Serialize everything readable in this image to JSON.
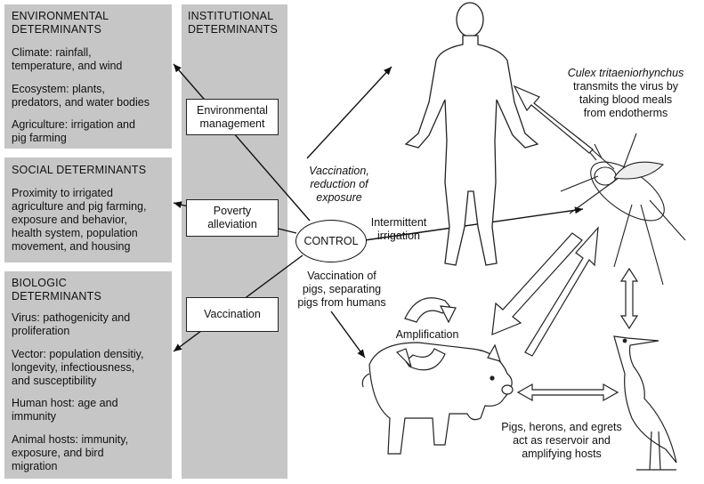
{
  "environmental": {
    "title": [
      "ENVIRONMENTAL",
      "DETERMINANTS"
    ],
    "items": [
      [
        "Climate: rainfall,",
        "temperature, and wind"
      ],
      [
        "Ecosystem: plants,",
        "predators, and water bodies"
      ],
      [
        "Agriculture: irrigation and",
        "pig farming"
      ]
    ]
  },
  "social": {
    "title": "SOCIAL DETERMINANTS",
    "lines": [
      "Proximity to irrigated",
      "agriculture and pig farming,",
      "exposure and behavior,",
      "health system, population",
      "movement, and housing"
    ]
  },
  "biologic": {
    "title": [
      "BIOLOGIC",
      "DETERMINANTS"
    ],
    "items": [
      [
        "Virus: pathogenicity and",
        "proliferation"
      ],
      [
        "Vector: population densitiy,",
        "longevity, infectiousness,",
        "and susceptibility"
      ],
      [
        "Human host: age and",
        "immunity"
      ],
      [
        "Animal hosts: immunity,",
        "exposure, and bird",
        "migration"
      ]
    ]
  },
  "institutional": {
    "title": [
      "INSTITUTIONAL",
      "DETERMINANTS"
    ]
  },
  "interventions": {
    "environmental_management": [
      "Environmental",
      "management"
    ],
    "poverty_alleviation": [
      "Poverty",
      "alleviation"
    ],
    "vaccination": "Vaccination"
  },
  "control": {
    "label": "CONTROL"
  },
  "annotations": {
    "human_vaccination": [
      "Vaccination,",
      "reduction of",
      "exposure"
    ],
    "irrigation": [
      "Intermittent",
      "irrigation"
    ],
    "pig_vaccination": [
      "Vaccination of",
      "pigs, separating",
      "pigs from humans"
    ],
    "amplification": "Amplification",
    "mosquito_species": "Culex tritaeniorhynchus",
    "mosquito_desc": [
      "transmits the virus by",
      "taking blood meals",
      "from endotherms"
    ],
    "reservoir": [
      "Pigs, herons, and egrets",
      "act as reservoir and",
      "amplifying hosts"
    ]
  },
  "colors": {
    "panel": "#c6c6c6",
    "line": "#111111"
  }
}
